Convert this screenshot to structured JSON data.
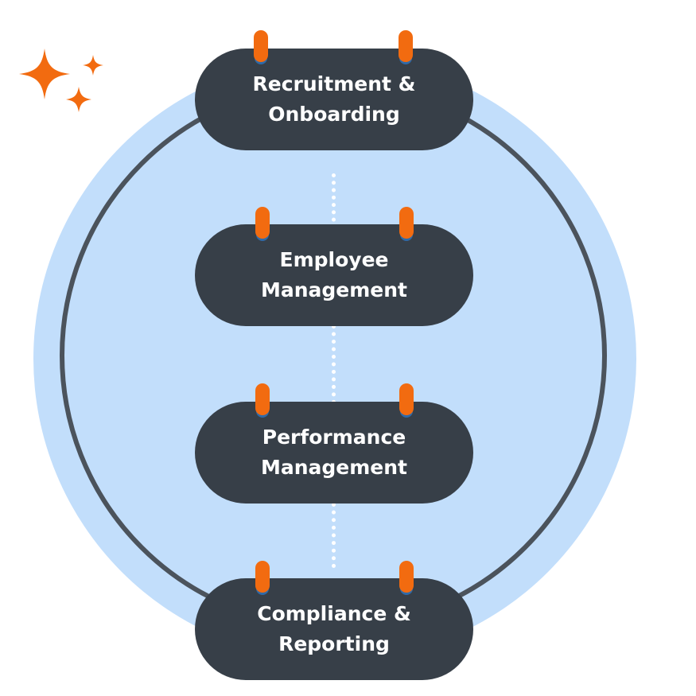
{
  "colors": {
    "circle_fill": "#c2defb",
    "ring": "#4b535c",
    "pill": "#373f48",
    "accent": "#f26b10",
    "connector": "#ffffff",
    "text": "#ffffff"
  },
  "decoration": {
    "icon": "sparkles-icon"
  },
  "stages": [
    {
      "label": "Recruitment &\nOnboarding"
    },
    {
      "label": "Employee\nManagement"
    },
    {
      "label": "Performance\nManagement"
    },
    {
      "label": "Compliance &\nReporting"
    }
  ]
}
